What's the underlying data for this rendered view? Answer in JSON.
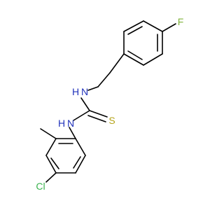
{
  "colors": {
    "background": "#ffffff",
    "bond": "#000000",
    "F": "#7fb33b",
    "N": "#2233bb",
    "S": "#b5a41a",
    "Cl": "#3bb34f"
  },
  "atoms": {
    "fluorine": "F",
    "nitrogen_upper": "N",
    "hydrogen_upper": "H",
    "nitrogen_lower": "N",
    "hydrogen_lower": "H",
    "sulfur": "S",
    "chlorine": "Cl"
  }
}
